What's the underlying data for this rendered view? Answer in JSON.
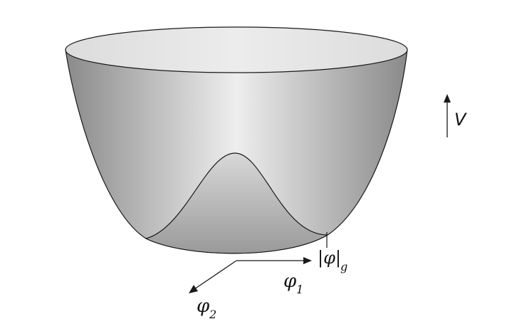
{
  "diagram": {
    "axis_labels": {
      "potential": "V",
      "phi1": "φ",
      "phi1_sub": "1",
      "phi2": "φ",
      "phi2_sub": "2",
      "ground": "|φ|",
      "ground_sub": "g"
    },
    "colors": {
      "stroke": "#1a1a1a",
      "shade_dark": "#8c8c8c",
      "shade_light": "#efefef",
      "rim_top": "#e4e4e4",
      "inner_shade": "#9a9a9a"
    }
  }
}
